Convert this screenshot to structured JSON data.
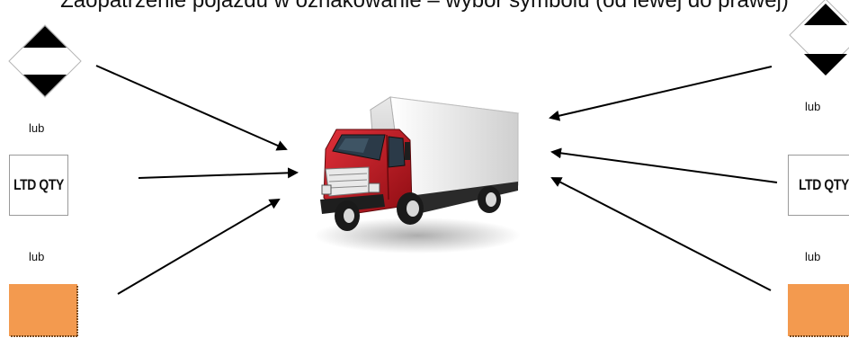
{
  "heading": "Zaopatrzenie pojazdu w oznakowanie – wybór symbolu (od lewej do prawej)",
  "left": {
    "or_labels": [
      "lub",
      "lub"
    ],
    "ltd_label": "LTD QTY"
  },
  "right": {
    "or_labels": [
      "lub",
      "lub"
    ],
    "ltd_label": "LTD QTY"
  },
  "colors": {
    "diamond_fill": "#ffffff",
    "triangle_fill": "#000000",
    "orange_plate": "#f39a4f",
    "truck_cab": "#c0141b",
    "truck_box": "#f2f2f2",
    "arrow": "#000000"
  },
  "icons": [
    "diamond-up-down-triangle-icon",
    "ltd-qty-mark",
    "orange-plate-icon",
    "truck-icon",
    "arrow-icon"
  ]
}
